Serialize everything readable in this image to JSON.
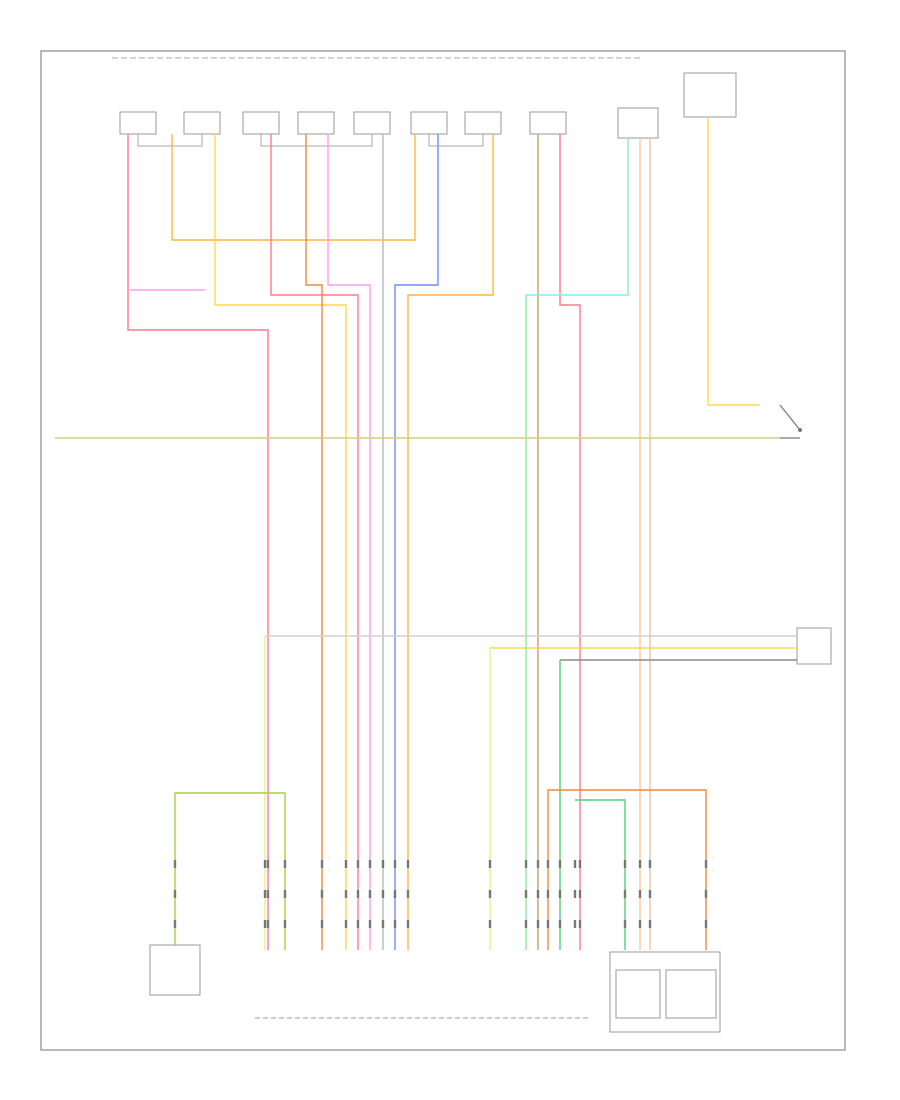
{
  "title": "",
  "footer_code": "",
  "colors": {
    "red": "#ff7a8c",
    "pink": "#ff9cf0",
    "orange": "#ffb640",
    "dark_orange": "#f08a3a",
    "yellow": "#ffd84a",
    "light_yellow": "#eeee80",
    "lime": "#a6d23a",
    "olive": "#b3b34a",
    "green": "#4fd07a",
    "light_green": "#9ef0a0",
    "blue": "#6e8cff",
    "light_blue": "#8ae8ee",
    "tan": "#c8a070",
    "gray": "#b8b8b8",
    "dark_gray": "#8a8a8a",
    "frame": "#999999"
  },
  "components": [
    {
      "id": "top-left-note"
    },
    {
      "id": "top-connector-1"
    },
    {
      "id": "top-connector-2"
    },
    {
      "id": "top-connector-3"
    },
    {
      "id": "top-connector-4"
    },
    {
      "id": "top-connector-5"
    },
    {
      "id": "top-connector-6"
    },
    {
      "id": "top-connector-7"
    },
    {
      "id": "top-connector-8"
    },
    {
      "id": "top-connector-9"
    },
    {
      "id": "top-right-switch"
    },
    {
      "id": "mid-right-switch"
    },
    {
      "id": "right-sensor"
    },
    {
      "id": "bottom-left-sensor"
    },
    {
      "id": "bottom-center-module"
    },
    {
      "id": "bottom-right-module"
    }
  ]
}
